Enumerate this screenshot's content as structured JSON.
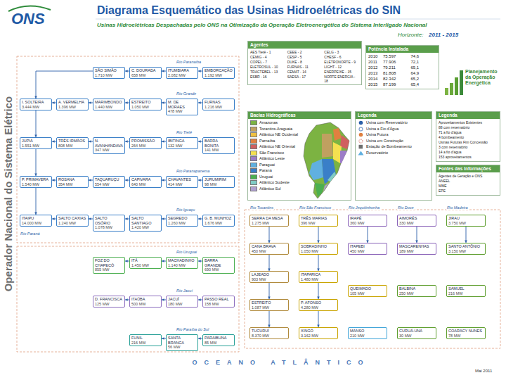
{
  "diagram": {
    "title": "Diagrama Esquemático das Usinas Hidroelétricas do SIN",
    "nodes": [
      {
        "text": [
          "Agentes",
          "AES Tietê - 1",
          "CEEE - 2",
          "CELG - 3",
          "CEMIG - 4",
          "CESP - 5",
          "CHESF - 6",
          "COPEL - 7",
          "DUKE - 8",
          "ELETRONORTE - 9",
          "ELETROSUL - 10",
          "FURNAS - 11",
          "LIGHT - 12",
          "TRACTEBEL - 13",
          "CEMAT - 14",
          "ENERPEIXE - 15",
          "ESBR - 16",
          "SAESA - 17",
          "NORTE ENERGIA - 18"
        ]
      },
      {
        "text": [
          "Potência Instalada",
          "2010",
          "75.597",
          "74,6",
          "2011",
          "77.906",
          "72,1",
          "2012",
          "79.211",
          "65,1",
          "2013",
          "81.808",
          "64,9",
          "2014",
          "82.342",
          "65,2",
          "2015",
          "87.199",
          "65,4"
        ]
      },
      {
        "text": [
          "Planejamento da Operação Energética"
        ]
      },
      {
        "text": [
          "Bacias Hidrográficas"
        ]
      },
      {
        "text": [
          "Legenda"
        ]
      },
      {
        "text": [
          "Legenda",
          "Aproveitamentos Existentes",
          "88 com reservatório",
          "71 a fio d'água",
          "4 bombeamento",
          "Usinas Futuras Fim Concessão",
          "3 com reservatório",
          "14 a fio d'água",
          "153 aproveitamentos"
        ]
      },
      {
        "text": [
          "Fontes das Informações",
          "Agentes de Geração e ONS",
          "ANEEL",
          "MME",
          "EPE"
        ]
      },
      {
        "text": [
          "SÃO SIMÃO",
          "1.710 MW"
        ]
      },
      {
        "text": [
          "C. DOURADA",
          "658 MW"
        ]
      },
      {
        "text": [
          "ITUMBIARA",
          "2.082 MW"
        ]
      },
      {
        "text": [
          "EMBORCAÇÃO",
          "1.192 MW"
        ]
      },
      {
        "text": [
          "I. SOLTEIRA",
          "3.444 MW"
        ]
      },
      {
        "text": [
          "A. VERMELHA",
          "1.396 MW"
        ]
      },
      {
        "text": [
          "MARIMBONDO",
          "1.440 MW"
        ]
      },
      {
        "text": [
          "ESTREITO",
          "1.050 MW"
        ]
      },
      {
        "text": [
          "M. DE MORAES",
          "478 MW"
        ]
      },
      {
        "text": [
          "FURNAS",
          "1.216 MW"
        ]
      },
      {
        "text": [
          "JUPIÁ",
          "1.551 MW"
        ]
      },
      {
        "text": [
          "TRÊS IRMÃOS",
          "808 MW"
        ]
      },
      {
        "text": [
          "N. AVANHANDAVA",
          "347 MW"
        ]
      },
      {
        "text": [
          "PROMISSÃO",
          "264 MW"
        ]
      },
      {
        "text": [
          "IBITINGA",
          "132 MW"
        ]
      },
      {
        "text": [
          "BARRA BONITA",
          "141 MW"
        ]
      },
      {
        "text": [
          "P. PRIMAVERA",
          "1.540 MW"
        ]
      },
      {
        "text": [
          "ROSANA",
          "354 MW"
        ]
      },
      {
        "text": [
          "TAQUARUÇU",
          "554 MW"
        ]
      },
      {
        "text": [
          "CAPIVARA",
          "640 MW"
        ]
      },
      {
        "text": [
          "CHAVANTES",
          "414 MW"
        ]
      },
      {
        "text": [
          "JURUMIRIM",
          "98 MW"
        ]
      },
      {
        "text": [
          "ITAIPU",
          "14.000 MW"
        ]
      },
      {
        "text": [
          "SALTO CAXIAS",
          "1.240 MW"
        ]
      },
      {
        "text": [
          "SALTO OSÓRIO",
          "1.078 MW"
        ]
      },
      {
        "text": [
          "SALTO SANTIAGO",
          "1.420 MW"
        ]
      },
      {
        "text": [
          "SEGREDO",
          "1.260 MW"
        ]
      },
      {
        "text": [
          "G. B. MUNHOZ",
          "1.676 MW"
        ]
      },
      {
        "text": [
          "FOZ DO CHAPECÓ",
          "855 MW"
        ]
      },
      {
        "text": [
          "ITÁ",
          "1.450 MW"
        ]
      },
      {
        "text": [
          "MACHADINHO",
          "1.140 MW"
        ]
      },
      {
        "text": [
          "BARRA GRANDE",
          "690 MW"
        ]
      },
      {
        "text": [
          "D. FRANCISCA",
          "125 MW"
        ]
      },
      {
        "text": [
          "ITAÚBA",
          "500 MW"
        ]
      },
      {
        "text": [
          "JACUÍ",
          "180 MW"
        ]
      },
      {
        "text": [
          "PASSO REAL",
          "158 MW"
        ]
      },
      {
        "text": [
          "FUNIL",
          "216 MW"
        ]
      },
      {
        "text": [
          "SANTA BRANCA",
          "56 MW"
        ]
      },
      {
        "text": [
          "PARAIBUNA",
          "85 MW"
        ]
      },
      {
        "text": [
          "SERRA DA MESA",
          "1.275 MW"
        ]
      },
      {
        "text": [
          "CANA BRAVA",
          "450 MW"
        ]
      },
      {
        "text": [
          "LAJEADO",
          "903 MW"
        ]
      },
      {
        "text": [
          "ESTREITO",
          "1.087 MW"
        ]
      },
      {
        "text": [
          "TUCURUÍ",
          "8.370 MW"
        ]
      },
      {
        "text": [
          "TRÊS MARIAS",
          "396 MW"
        ]
      },
      {
        "text": [
          "SOBRADINHO",
          "1.050 MW"
        ]
      },
      {
        "text": [
          "ITAPARICA",
          "1.480 MW"
        ]
      },
      {
        "text": [
          "P. AFONSO",
          "4.280 MW"
        ]
      },
      {
        "text": [
          "XINGÓ",
          "3.162 MW"
        ]
      },
      {
        "text": [
          "IRAPÉ",
          "360 MW"
        ]
      },
      {
        "text": [
          "ITAPEBI",
          "450 MW"
        ]
      },
      {
        "text": [
          "QUEIMADO",
          "105 MW"
        ]
      },
      {
        "text": [
          "MANSO",
          "210 MW"
        ]
      },
      {
        "text": [
          "AIMORÉS",
          "330 MW"
        ]
      },
      {
        "text": [
          "MASCARENHAS",
          "189 MW"
        ]
      },
      {
        "text": [
          "BALBINA",
          "250 MW"
        ]
      },
      {
        "text": [
          "CURUÁ-UNA",
          "30 MW"
        ]
      },
      {
        "text": [
          "JIRAU",
          "3.750 MW"
        ]
      },
      {
        "text": [
          "SANTO ANTÔNIO",
          "3.150 MW"
        ]
      },
      {
        "text": [
          "SAMUEL",
          "216 MW"
        ]
      },
      {
        "text": [
          "COARACY NUNES",
          "78 MW"
        ]
      }
    ],
    "edges": [
      {
        "from": 10,
        "to": 9,
        "arrow": "to"
      },
      {
        "from": 9,
        "to": 8,
        "arrow": "to"
      },
      {
        "from": 8,
        "to": 7,
        "arrow": "to"
      },
      {
        "from": 7,
        "to": 11,
        "arrow": "to"
      },
      {
        "from": 16,
        "to": 15,
        "arrow": "to"
      },
      {
        "from": 15,
        "to": 14,
        "arrow": "to"
      },
      {
        "from": 14,
        "to": 13,
        "arrow": "to"
      },
      {
        "from": 13,
        "to": 12,
        "arrow": "to"
      },
      {
        "from": 12,
        "to": 11,
        "arrow": "to"
      },
      {
        "from": 11,
        "to": 17,
        "arrow": "to"
      },
      {
        "from": 17,
        "to": 23,
        "arrow": "to"
      },
      {
        "from": 23,
        "to": 29,
        "arrow": "to"
      },
      {
        "from": 22,
        "to": 21,
        "arrow": "to"
      },
      {
        "from": 21,
        "to": 20,
        "arrow": "to"
      },
      {
        "from": 20,
        "to": 19,
        "arrow": "to"
      },
      {
        "from": 19,
        "to": 18,
        "arrow": "to"
      },
      {
        "from": 18,
        "to": 17,
        "arrow": "to"
      },
      {
        "from": 28,
        "to": 27,
        "arrow": "to"
      },
      {
        "from": 27,
        "to": 26,
        "arrow": "to"
      },
      {
        "from": 26,
        "to": 25,
        "arrow": "to"
      },
      {
        "from": 25,
        "to": 24,
        "arrow": "to"
      },
      {
        "from": 24,
        "to": 23,
        "arrow": "to"
      },
      {
        "from": 34,
        "to": 33,
        "arrow": "to"
      },
      {
        "from": 33,
        "to": 32,
        "arrow": "to"
      },
      {
        "from": 32,
        "to": 31,
        "arrow": "to"
      },
      {
        "from": 31,
        "to": 30,
        "arrow": "to"
      },
      {
        "from": 30,
        "to": 29,
        "arrow": "to"
      },
      {
        "from": 38,
        "to": 37,
        "arrow": "to"
      },
      {
        "from": 37,
        "to": 36,
        "arrow": "to"
      },
      {
        "from": 36,
        "to": 35,
        "arrow": "to"
      },
      {
        "from": 42,
        "to": 41,
        "arrow": "to"
      },
      {
        "from": 41,
        "to": 40,
        "arrow": "to"
      },
      {
        "from": 40,
        "to": 39,
        "arrow": "to"
      },
      {
        "from": 45,
        "to": 44,
        "arrow": "to"
      },
      {
        "from": 44,
        "to": 43,
        "arrow": "to"
      },
      {
        "from": 46,
        "to": 47,
        "arrow": "to"
      },
      {
        "from": 47,
        "to": 48,
        "arrow": "to"
      },
      {
        "from": 48,
        "to": 49,
        "arrow": "to"
      },
      {
        "from": 49,
        "to": 50,
        "arrow": "to"
      },
      {
        "from": 51,
        "to": 52,
        "arrow": "to"
      },
      {
        "from": 52,
        "to": 53,
        "arrow": "to"
      },
      {
        "from": 53,
        "to": 54,
        "arrow": "to"
      },
      {
        "from": 54,
        "to": 55,
        "arrow": "to"
      },
      {
        "from": 56,
        "to": 57,
        "arrow": "to"
      },
      {
        "from": 60,
        "to": 61,
        "arrow": "to"
      },
      {
        "from": 64,
        "to": 65,
        "arrow": "to"
      }
    ],
    "labels": [
      "ONS",
      "Usinas Hidroelétricas Despachadas pelo ONS na Otimização da Operação Eletroenergética do Sistema Interligado Nacional",
      "Horizonte:",
      "2011 - 2015",
      "Operador Nacional do Sistema Elétrico",
      "OCEANO ATLÂNTICO",
      "Mai 2011",
      "Rio Paranaíba",
      "Rio Grande",
      "Rio Tietê",
      "Rio Paranapanema",
      "Rio Iguaçu",
      "Rio Paraná",
      "Rio Uruguai",
      "Rio Jacuí",
      "Rio Paraíba do Sul",
      "Rio Tocantins",
      "Rio São Francisco",
      "Rio Jequitinhonha",
      "Rio Doce",
      "Rio Madeira"
    ],
    "legend": [
      {
        "text": "Amazonas",
        "color": "#7cb342"
      },
      {
        "text": "Tocantins-Araguaia",
        "color": "#c0a060"
      },
      {
        "text": "Atlântico NE Ocidental",
        "color": "#f0c040"
      },
      {
        "text": "Parnaíba",
        "color": "#e08040"
      },
      {
        "text": "Atlântico NE Oriental",
        "color": "#d06060"
      },
      {
        "text": "São Francisco",
        "color": "#f5e050"
      },
      {
        "text": "Atlântico Leste",
        "color": "#9c7cc8"
      },
      {
        "text": "Paraguai",
        "color": "#60b0e0"
      },
      {
        "text": "Paraná",
        "color": "#3a7fc8"
      },
      {
        "text": "Uruguai",
        "color": "#4caf50"
      },
      {
        "text": "Atlântico Sudeste",
        "color": "#80cbc4"
      },
      {
        "text": "Atlântico Sul",
        "color": "#b0a0d0"
      },
      {
        "text": "Usina com Reservatório"
      },
      {
        "text": "Usina a Fio d'Água"
      },
      {
        "text": "Usina Futura"
      },
      {
        "text": "Usina em Construção"
      },
      {
        "text": "Estação de Bombeamento"
      },
      {
        "text": "Reservatório"
      }
    ]
  }
}
